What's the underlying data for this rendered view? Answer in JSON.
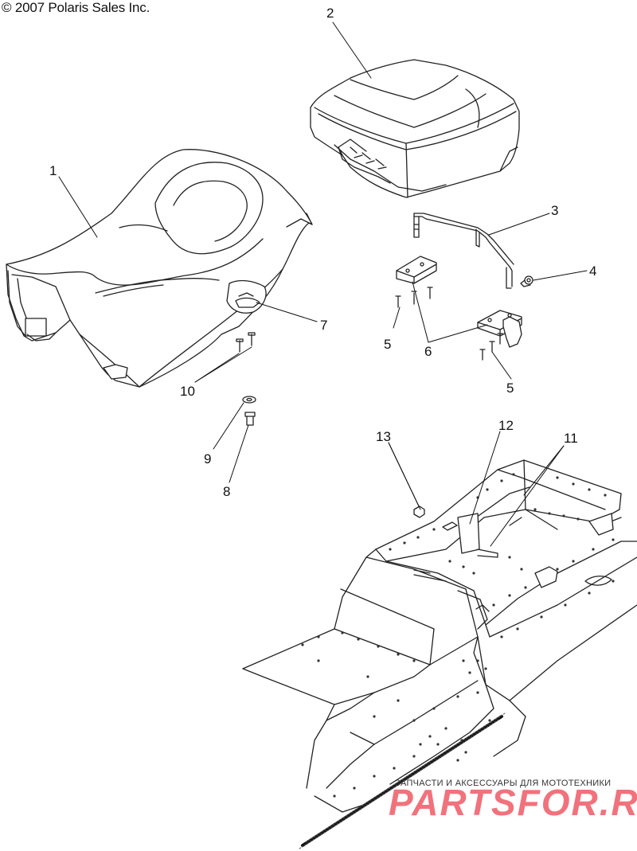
{
  "copyright": "© 2007 Polaris Sales Inc.",
  "callouts": [
    {
      "id": "c1",
      "label": "1"
    },
    {
      "id": "c2",
      "label": "2"
    },
    {
      "id": "c3",
      "label": "3"
    },
    {
      "id": "c4",
      "label": "4"
    },
    {
      "id": "c5a",
      "label": "5"
    },
    {
      "id": "c6",
      "label": "6"
    },
    {
      "id": "c5b",
      "label": "5"
    },
    {
      "id": "c7",
      "label": "7"
    },
    {
      "id": "c10",
      "label": "10"
    },
    {
      "id": "c9",
      "label": "9"
    },
    {
      "id": "c8",
      "label": "8"
    },
    {
      "id": "c13",
      "label": "13"
    },
    {
      "id": "c12",
      "label": "12"
    },
    {
      "id": "c11",
      "label": "11"
    }
  ],
  "watermark": {
    "tagline": "ЗАПЧАСТИ И АКСЕССУАРЫ ДЛЯ МОТОТЕХНИКИ",
    "brand": "PARTSFOR.RU",
    "color": "#e60012"
  }
}
